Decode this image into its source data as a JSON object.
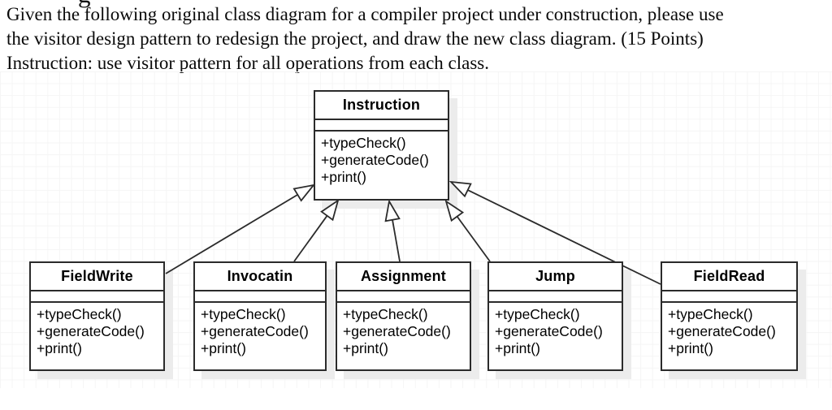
{
  "page": {
    "cropped_heading_fragment": "g"
  },
  "question": {
    "line1": "Given the following original class diagram for a compiler project under construction, please use",
    "line2": "the visitor design pattern to redesign the project, and draw the new class diagram. (15 Points)",
    "line3": "Instruction: use visitor pattern for all operations from each class."
  },
  "diagram": {
    "classes": [
      {
        "name": "Instruction",
        "methods": [
          "+typeCheck()",
          "+generateCode()",
          "+print()"
        ]
      },
      {
        "name": "FieldWrite",
        "methods": [
          "+typeCheck()",
          "+generateCode()",
          "+print()"
        ]
      },
      {
        "name": "Invocatin",
        "methods": [
          "+typeCheck()",
          "+generateCode()",
          "+print()"
        ]
      },
      {
        "name": "Assignment",
        "methods": [
          "+typeCheck()",
          "+generateCode()",
          "+print()"
        ]
      },
      {
        "name": "Jump",
        "methods": [
          "+typeCheck()",
          "+generateCode()",
          "+print()"
        ]
      },
      {
        "name": "FieldRead",
        "methods": [
          "+typeCheck()",
          "+generateCode()",
          "+print()"
        ]
      }
    ],
    "relations": [
      {
        "from": "FieldWrite",
        "to": "Instruction",
        "type": "generalization"
      },
      {
        "from": "Invocatin",
        "to": "Instruction",
        "type": "generalization"
      },
      {
        "from": "Assignment",
        "to": "Instruction",
        "type": "generalization"
      },
      {
        "from": "Jump",
        "to": "Instruction",
        "type": "generalization"
      },
      {
        "from": "FieldRead",
        "to": "Instruction",
        "type": "generalization"
      }
    ]
  },
  "colors": {
    "box_border": "#2b2b2b",
    "box_fill": "#ffffff",
    "box_shadow": "#ececec",
    "grid_line": "#f5f5f5",
    "text": "#0a0a0a"
  }
}
